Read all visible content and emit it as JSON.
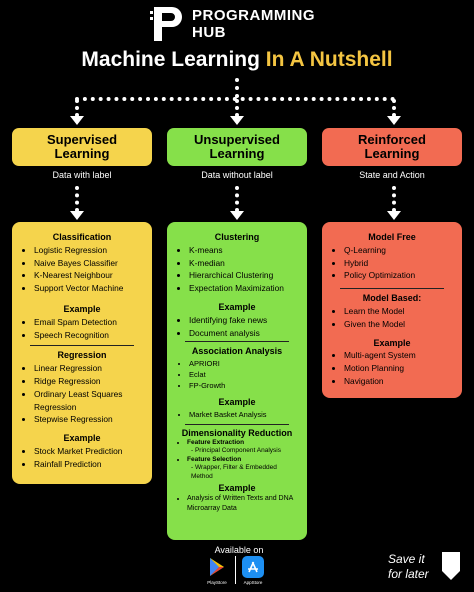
{
  "brand": {
    "name": "PROGRAMMING HUB"
  },
  "title": {
    "part1": "Machine Learning ",
    "part2": "In A Nutshell"
  },
  "columns": {
    "supervised": {
      "header": "Supervised Learning",
      "subtitle": "Data with label",
      "classification_title": "Classification",
      "classification_items": [
        "Logistic Regression",
        "Naive Bayes Classifier",
        "K-Nearest Neighbour",
        "Support Vector Machine"
      ],
      "example1_title": "Example",
      "example1_items": [
        "Email Spam Detection",
        "Speech Recognition"
      ],
      "regression_title": "Regression",
      "regression_items": [
        "Linear Regression",
        "Ridge Regression",
        "Ordinary Least Squares Regression",
        "Stepwise Regression"
      ],
      "example2_title": "Example",
      "example2_items": [
        "Stock Market Prediction",
        "Rainfall Prediction"
      ]
    },
    "unsupervised": {
      "header": "Unsupervised Learning",
      "subtitle": "Data without label",
      "clustering_title": "Clustering",
      "clustering_items": [
        "K-means",
        "K-median",
        "Hierarchical Clustering",
        "Expectation Maximization"
      ],
      "example1_title": "Example",
      "example1_items": [
        "Identifying fake news",
        "Document analysis"
      ],
      "association_title": "Association Analysis",
      "association_items": [
        "APRIORI",
        "Eclat",
        "FP-Growth"
      ],
      "example2_title": "Example",
      "example2_items": [
        "Market Basket Analysis"
      ],
      "dimred_title": "Dimensionality Reduction",
      "feature_extraction": "Feature Extraction",
      "feature_extraction_sub": "- Principal Component Analysis",
      "feature_selection": "Feature Selection",
      "feature_selection_sub": "- Wrapper, Filter & Embedded Method",
      "example3_title": "Example",
      "example3_items": [
        "Analysis of Written Texts and DNA Microarray Data"
      ]
    },
    "reinforced": {
      "header": "Reinforced Learning",
      "subtitle": "State and Action",
      "model_free_title": "Model Free",
      "model_free_items": [
        "Q-Learning",
        "Hybrid",
        "Policy Optimization"
      ],
      "model_based_title": "Model Based:",
      "model_based_items": [
        "Learn the Model",
        "Given the Model"
      ],
      "example_title": "Example",
      "example_items": [
        "Multi-agent System",
        "Motion Planning",
        "Navigation"
      ]
    }
  },
  "footer": {
    "available": "Available on",
    "playstore": "PlayStore",
    "appstore": "AppStore",
    "save_line1": "Save it",
    "save_line2": "for later"
  },
  "colors": {
    "yellow": "#f5d44c",
    "green": "#86e04a",
    "red": "#f26b52",
    "title_highlight": "#f4c542"
  }
}
